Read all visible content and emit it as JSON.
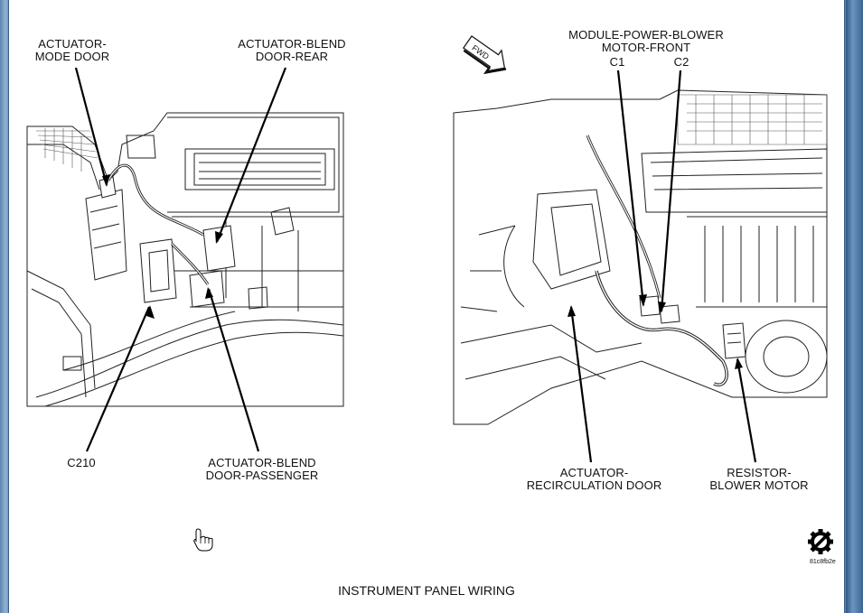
{
  "labels": {
    "mode_door": [
      "ACTUATOR-",
      "MODE DOOR"
    ],
    "blend_rear": [
      "ACTUATOR-BLEND",
      "DOOR-REAR"
    ],
    "c210": "C210",
    "blend_passenger": [
      "ACTUATOR-BLEND",
      "DOOR-PASSENGER"
    ],
    "module_power": [
      "MODULE-POWER-BLOWER",
      "MOTOR-FRONT"
    ],
    "c1": "C1",
    "c2": "C2",
    "recirc": [
      "ACTUATOR-",
      "RECIRCULATION DOOR"
    ],
    "resistor": [
      "RESISTOR-",
      "BLOWER MOTOR"
    ],
    "fwd": "FWD",
    "image_code": "81c8fb2e"
  },
  "caption": "INSTRUMENT PANEL WIRING",
  "icons": {
    "brand": "gear-logo-icon",
    "cursor": "hand-cursor-icon",
    "direction": "fwd-arrow-icon"
  },
  "colors": {
    "frame": "#5d84ad",
    "ink": "#111111",
    "page": "#ffffff"
  }
}
